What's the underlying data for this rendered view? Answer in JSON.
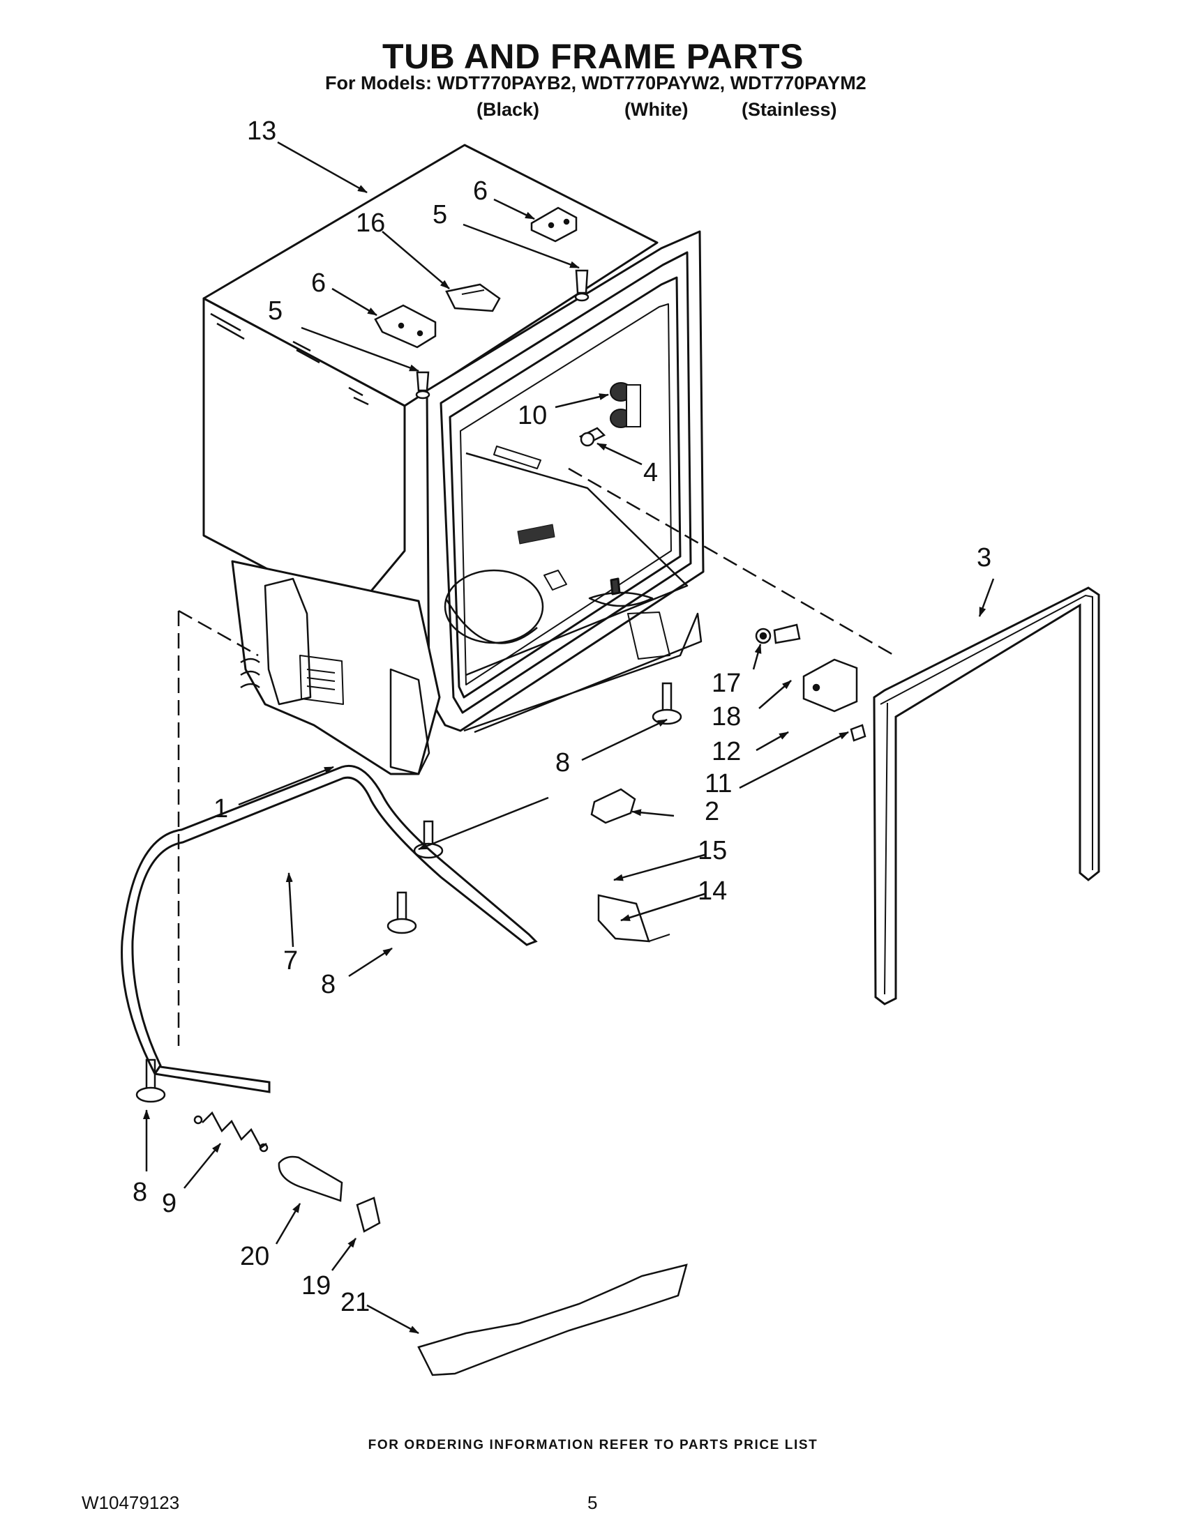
{
  "header": {
    "title": "TUB AND FRAME PARTS",
    "models_line": "For Models: WDT770PAYB2, WDT770PAYW2, WDT770PAYM2",
    "finishes": [
      "(Black)",
      "(White)",
      "(Stainless)"
    ]
  },
  "callouts": [
    "13",
    "6",
    "5",
    "16",
    "6",
    "5",
    "10",
    "4",
    "3",
    "17",
    "18",
    "12",
    "11",
    "1",
    "8",
    "2",
    "15",
    "14",
    "7",
    "8",
    "8",
    "9",
    "20",
    "19",
    "21"
  ],
  "footer": {
    "ordering_note": "FOR ORDERING INFORMATION REFER TO PARTS PRICE LIST",
    "document_number": "W10479123",
    "page_number": "5"
  }
}
